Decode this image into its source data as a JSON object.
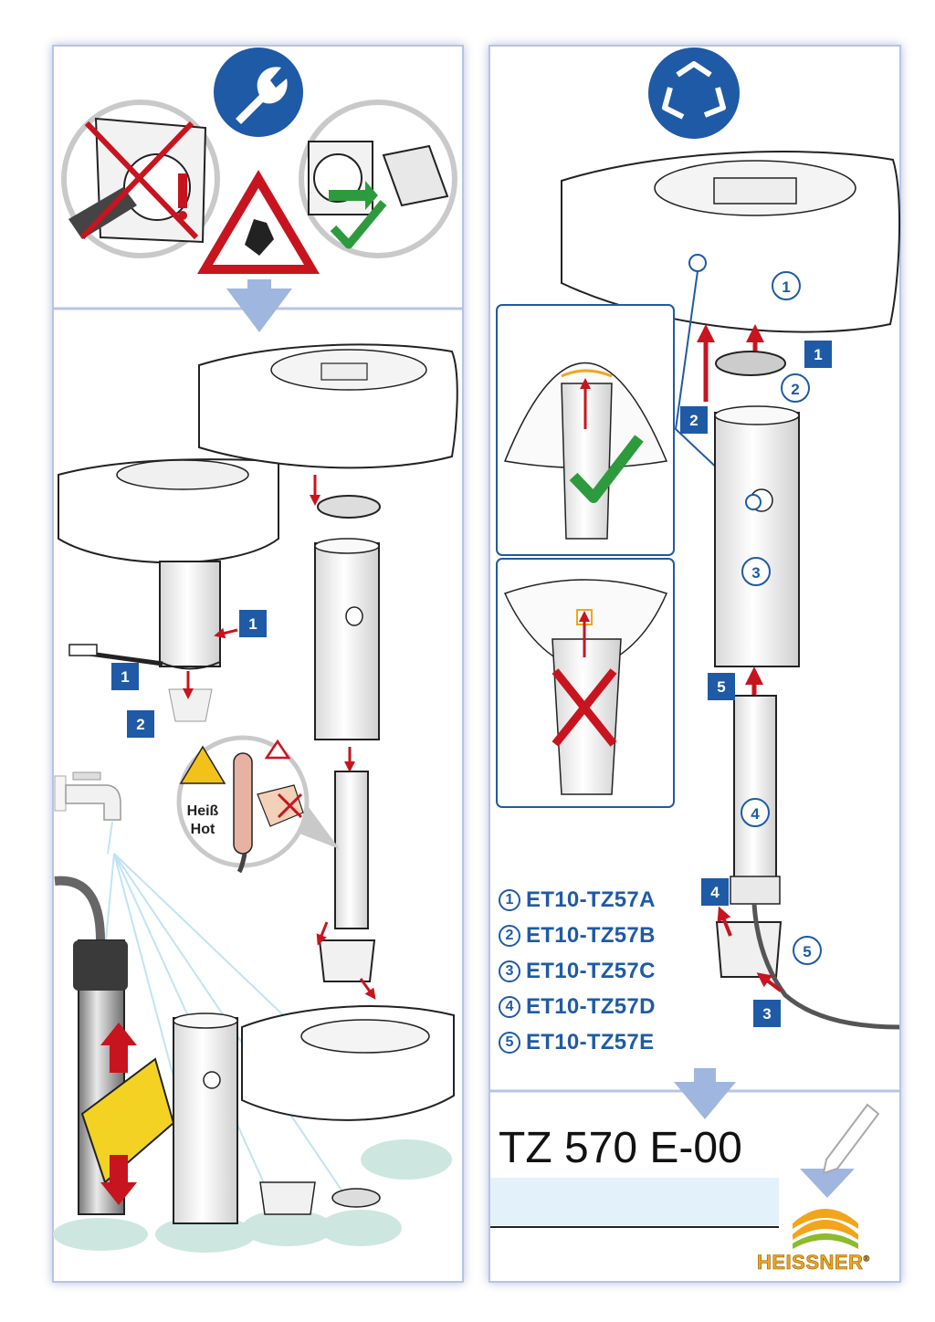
{
  "brand": {
    "name": "HEISSNER",
    "registered": "®",
    "colors": {
      "gold": "#f2a51a",
      "green": "#8dbb2a",
      "blue": "#1f5aa6"
    }
  },
  "model": {
    "code": "TZ570E-00",
    "display": "TZ 570 E-00"
  },
  "warning": {
    "label_de": "Heiß",
    "label_en": "Hot"
  },
  "step_numbers": {
    "s1": "1",
    "s2": "2",
    "s3": "3",
    "s4": "4",
    "s5": "5"
  },
  "callouts": {
    "c1": "1",
    "c2": "2",
    "c3": "3",
    "c4": "4",
    "c5": "5"
  },
  "parts": [
    {
      "marker": "1",
      "code": "ET10-TZ57A"
    },
    {
      "marker": "2",
      "code": "ET10-TZ57B"
    },
    {
      "marker": "3",
      "code": "ET10-TZ57C"
    },
    {
      "marker": "4",
      "code": "ET10-TZ57D"
    },
    {
      "marker": "5",
      "code": "ET10-TZ57E"
    }
  ],
  "icons": {
    "service": "wrench-icon",
    "recycle": "recycle-icon",
    "danger": "warning-triangle-icon",
    "ok": "checkmark-icon",
    "no": "cross-icon",
    "pencil": "pencil-icon"
  },
  "colors": {
    "arrow_red": "#c8141e",
    "step_blue": "#1f5aa6",
    "down_arrow": "#9fb6df",
    "panel_border": "#b7c4e6",
    "name_field": "#e3f1fa"
  }
}
